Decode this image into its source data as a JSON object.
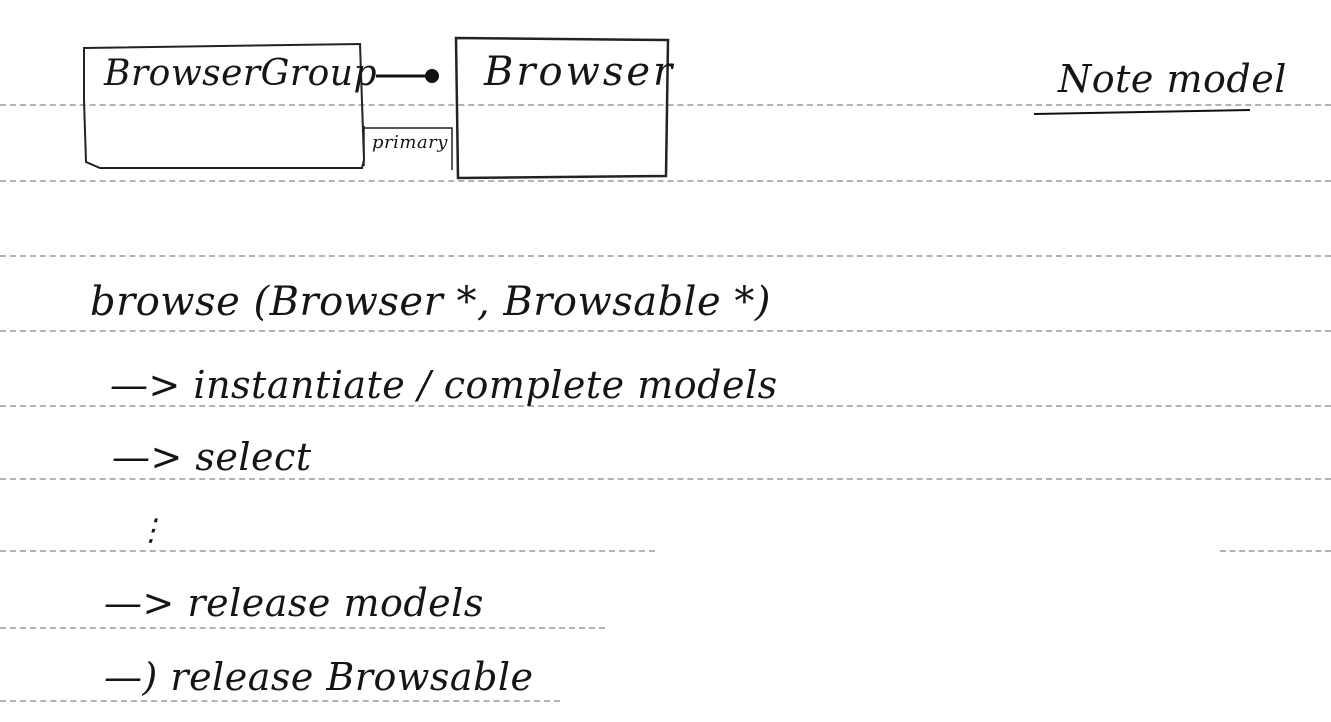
{
  "diagram": {
    "left_box_label": "BrowserGroup",
    "right_box_label": "Browser",
    "connector_label": "primary"
  },
  "heading": "Note model",
  "signature": "browse (Browser *, Browsable *)",
  "steps": [
    "—> instantiate / complete models",
    "—> select",
    "⋮",
    "—> release models",
    "—) release Browsable"
  ]
}
